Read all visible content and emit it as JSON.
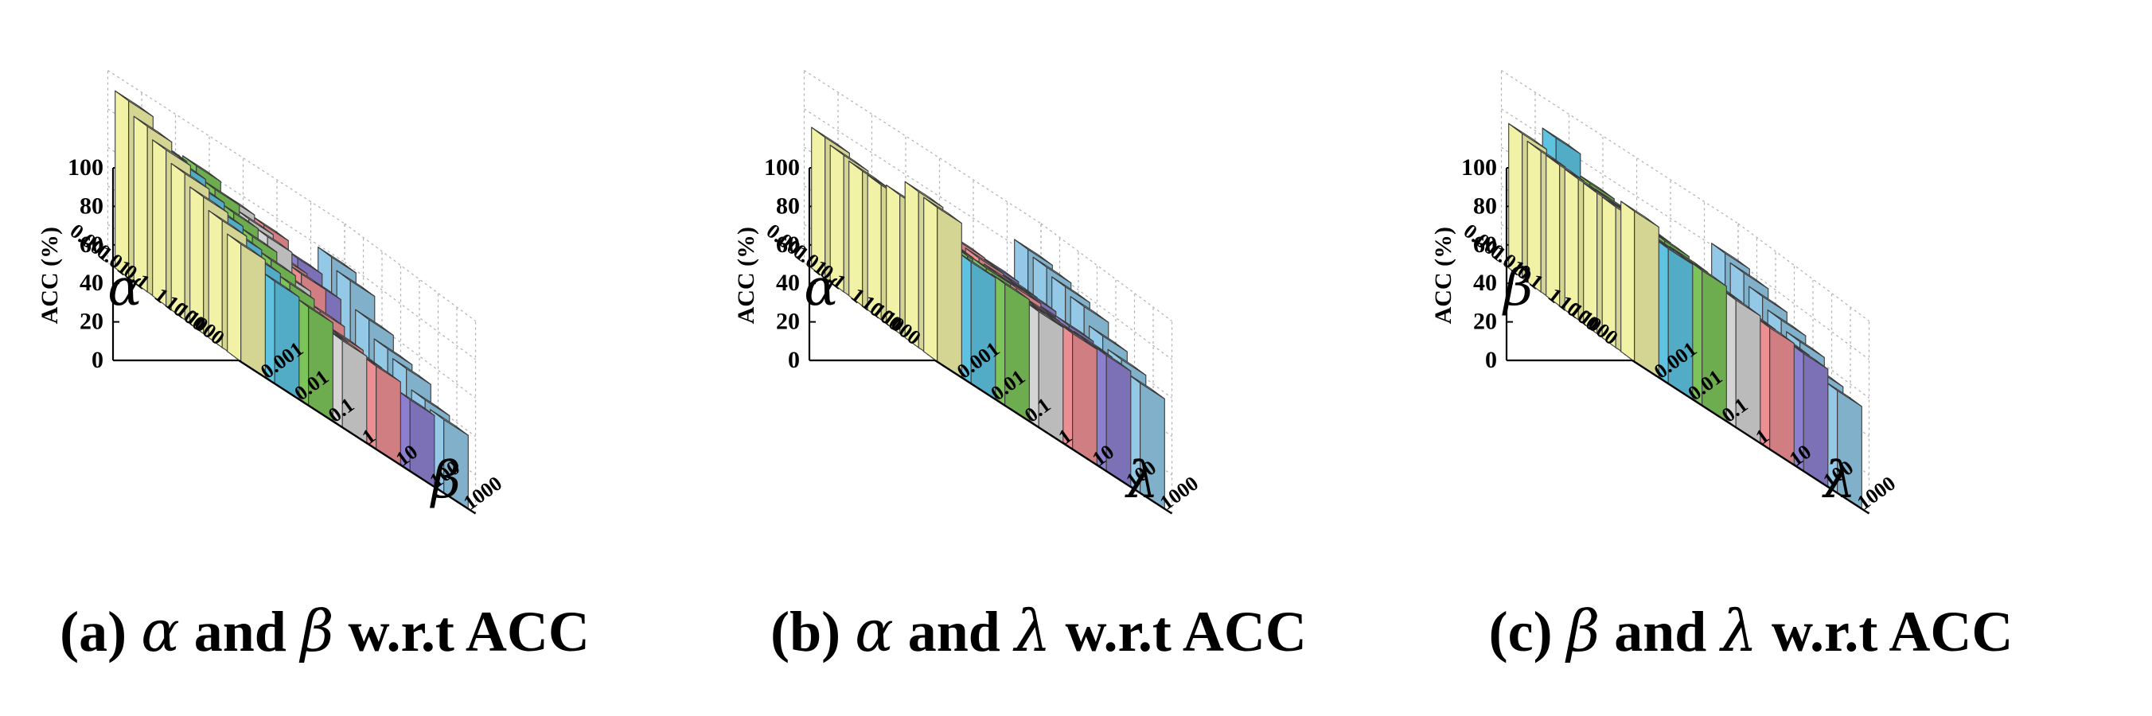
{
  "figure": {
    "panels": [
      {
        "caption": {
          "prefix": "(a) ",
          "p1": "α",
          "mid": " and ",
          "p2": "β",
          "suffix": " w.r.t ACC"
        }
      },
      {
        "caption": {
          "prefix": "(b) ",
          "p1": "α",
          "mid": " and ",
          "p2": "λ",
          "suffix": " w.r.t ACC"
        }
      },
      {
        "caption": {
          "prefix": "(c) ",
          "p1": "β",
          "mid": " and ",
          "p2": "λ",
          "suffix": " w.r.t ACC"
        }
      }
    ]
  },
  "chart_data": [
    {
      "type": "bar3d",
      "ylabel": "ACC (%)",
      "zlim": [
        0,
        100
      ],
      "zticks": [
        0,
        20,
        40,
        60,
        80,
        100
      ],
      "row_axis": {
        "symbol": "α",
        "ticks": [
          "1000",
          "100",
          "10",
          "1",
          "0.1",
          "0.01",
          "0.001"
        ]
      },
      "col_axis": {
        "symbol": "β",
        "ticks": [
          "0.001",
          "0.01",
          "0.1",
          "1",
          "10",
          "100",
          "1000"
        ]
      },
      "row_colors": [
        "#f1f2a6",
        "#5ec3e0",
        "#7cc35a",
        "#d4d4d4",
        "#ec8f93",
        "#8d7fcf",
        "#93c8e6"
      ],
      "values": [
        [
          61,
          66,
          71,
          76,
          81,
          86,
          92
        ],
        [
          53,
          58,
          63,
          68,
          73,
          78,
          80
        ],
        [
          51,
          56,
          61,
          66,
          71,
          76,
          81
        ],
        [
          45,
          45,
          46,
          57,
          70,
          72,
          75
        ],
        [
          43,
          43,
          45,
          50,
          62,
          63,
          73
        ],
        [
          37,
          35,
          32,
          37,
          42,
          61,
          67
        ],
        [
          38,
          41,
          50,
          53,
          61,
          74,
          79
        ]
      ]
    },
    {
      "type": "bar3d",
      "ylabel": "ACC (%)",
      "zlim": [
        0,
        100
      ],
      "zticks": [
        0,
        20,
        40,
        60,
        80,
        100
      ],
      "row_axis": {
        "symbol": "α",
        "ticks": [
          "1000",
          "100",
          "10",
          "1",
          "0.1",
          "0.01",
          "0.001"
        ]
      },
      "col_axis": {
        "symbol": "λ",
        "ticks": [
          "0.001",
          "0.01",
          "0.1",
          "1",
          "10",
          "100",
          "1000"
        ]
      },
      "row_colors": [
        "#f1f2a6",
        "#5ec3e0",
        "#7cc35a",
        "#d4d4d4",
        "#ec8f93",
        "#8d7fcf",
        "#93c8e6"
      ],
      "values": [
        [
          80,
          81,
          72,
          70,
          70,
          71,
          73
        ],
        [
          63,
          62,
          63,
          63,
          63,
          63,
          66
        ],
        [
          63,
          64,
          63,
          63,
          62,
          63,
          63
        ],
        [
          60,
          60,
          60,
          61,
          60,
          61,
          61
        ],
        [
          60,
          60,
          60,
          62,
          62,
          63,
          64
        ],
        [
          60,
          60,
          61,
          60,
          62,
          62,
          63
        ],
        [
          57,
          62,
          67,
          75,
          78,
          81,
          83
        ]
      ]
    },
    {
      "type": "bar3d",
      "ylabel": "ACC (%)",
      "zlim": [
        0,
        100
      ],
      "zticks": [
        0,
        20,
        40,
        60,
        80,
        100
      ],
      "row_axis": {
        "symbol": "β",
        "ticks": [
          "1000",
          "100",
          "10",
          "1",
          "0.1",
          "0.01",
          "0.001"
        ]
      },
      "col_axis": {
        "symbol": "λ",
        "ticks": [
          "0.001",
          "0.01",
          "0.1",
          "1",
          "10",
          "100",
          "1000"
        ]
      },
      "row_colors": [
        "#f1f2a6",
        "#5ec3e0",
        "#7cc35a",
        "#d4d4d4",
        "#ec8f93",
        "#8d7fcf",
        "#93c8e6"
      ],
      "values": [
        [
          78,
          73,
          73,
          73,
          73,
          73,
          75
        ],
        [
          70,
          70,
          69,
          70,
          71,
          71,
          84
        ],
        [
          70,
          70,
          71,
          71,
          71,
          71,
          72
        ],
        [
          66,
          66,
          66,
          66,
          66,
          66,
          66
        ],
        [
          63,
          63,
          63,
          63,
          64,
          63,
          63
        ],
        [
          61,
          61,
          61,
          61,
          61,
          61,
          61
        ],
        [
          53,
          56,
          64,
          68,
          73,
          78,
          81
        ]
      ]
    }
  ]
}
